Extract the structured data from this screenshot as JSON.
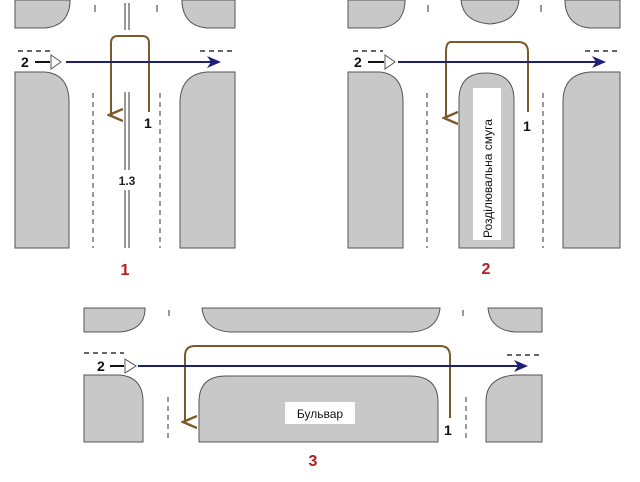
{
  "colors": {
    "background": "#ffffff",
    "block_fill": "#c8c8c8",
    "block_edge": "#555555",
    "vehicle1_path": "#7a5a2a",
    "vehicle2_path": "#1f1f7a",
    "caption": "#b02020",
    "marking": "#333333"
  },
  "diagrams": [
    {
      "caption": "1",
      "vehicle1_label": "1",
      "vehicle2_label": "2",
      "marking_label": "1.3"
    },
    {
      "caption": "2",
      "vehicle1_label": "1",
      "vehicle2_label": "2",
      "median_label": "Розділювальна смуга"
    },
    {
      "caption": "3",
      "vehicle1_label": "1",
      "vehicle2_label": "2",
      "median_label": "Бульвар"
    }
  ]
}
